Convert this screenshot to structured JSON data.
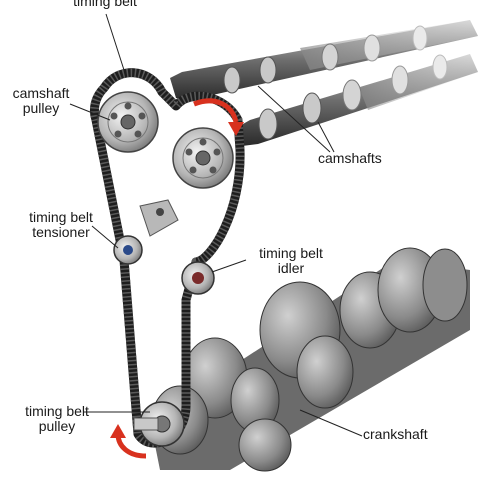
{
  "labels": {
    "timing_belt_top": "timing belt",
    "camshaft_pulley": "camshaft\npulley",
    "timing_belt_tensioner": "timing belt\ntensioner",
    "timing_belt_idler": "timing belt\nidler",
    "camshafts": "camshafts",
    "timing_belt_pulley": "timing belt\npulley",
    "crankshaft": "crankshaft"
  },
  "colors": {
    "belt": "#1e1e1e",
    "metal": "#a9a9a9",
    "rotation_arrow": "#d8311e"
  }
}
